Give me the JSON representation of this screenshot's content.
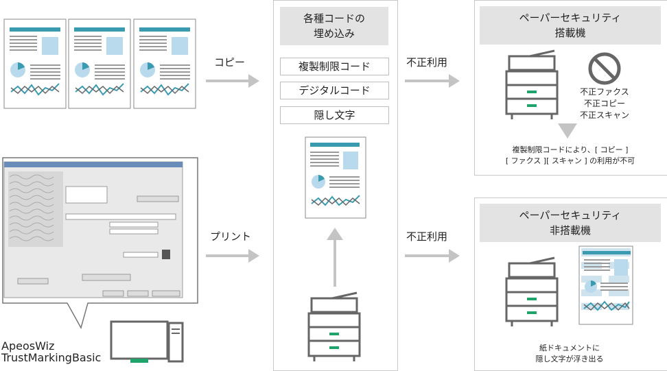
{
  "left": {
    "copy_label": "コピー",
    "print_label": "プリント",
    "software_name_line1": "ApeosWiz",
    "software_name_line2": "TrustMarkingBasic"
  },
  "center": {
    "header_line1": "各種コードの",
    "header_line2": "埋め込み",
    "codes": [
      "複製制限コード",
      "デジタルコード",
      "隠し文字"
    ]
  },
  "right": {
    "misuse_label_top": "不正利用",
    "misuse_label_bottom": "不正利用",
    "top_header_line1": "ペーパーセキュリティ",
    "top_header_line2": "搭載機",
    "blocked_items": [
      "不正ファクス",
      "不正コピー",
      "不正スキャン"
    ],
    "top_note_line1": "複製制限コードにより、[ コピー ]",
    "top_note_line2": "[ ファクス ][ スキャン ] の利用が不可",
    "bottom_header_line1": "ペーパーセキュリティ",
    "bottom_header_line2": "非搭載機",
    "bottom_note_line1": "紙ドキュメントに",
    "bottom_note_line2": "隠し文字が浮き出る"
  },
  "colors": {
    "teal": "#3a9bb0",
    "green": "#1ea36a",
    "light_blue": "#b9d9ec",
    "grey": "#c4c4c4"
  }
}
